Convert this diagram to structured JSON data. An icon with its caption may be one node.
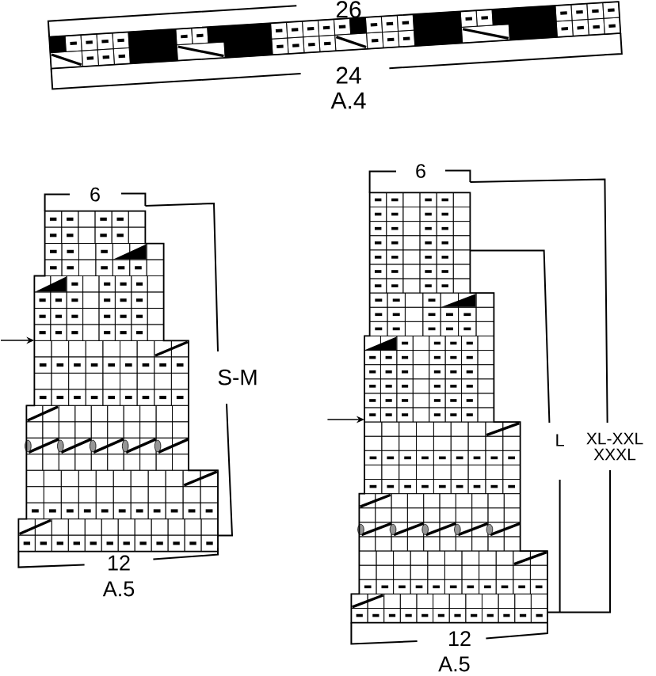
{
  "diagram": {
    "nodes": [
      {
        "text": [],
        "shape": "grid",
        "beside": [
          "A.4"
        ]
      },
      {
        "text": [],
        "shape": "grid",
        "beside": [
          "A.5"
        ]
      },
      {
        "text": [],
        "shape": "grid",
        "beside": [
          "A.5"
        ]
      }
    ],
    "edges": [
      {
        "from": null,
        "to": 1,
        "arrow": "to"
      },
      {
        "from": null,
        "to": 2,
        "arrow": "to"
      }
    ],
    "labels": [
      "26",
      "24",
      "6",
      "S-M",
      "12",
      "6",
      "L",
      "XL-XXL XXXL",
      "12"
    ]
  }
}
